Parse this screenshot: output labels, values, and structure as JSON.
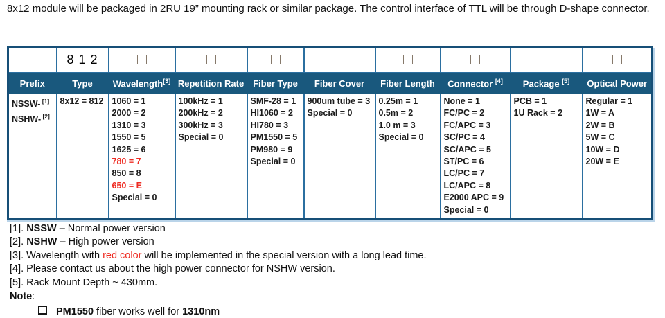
{
  "page": {
    "intro": "8x12 module will be packaged in 2RU 19” mounting rack or similar package. The control interface of TTL will be through D-shape connector."
  },
  "colors": {
    "header_bg": "#19587D",
    "grid_line": "#2B6FA0",
    "outer_border": "#174F77",
    "shadow": "#BAD4E9",
    "red_highlight": "#EE2B22",
    "checkbox_border": "#86796B"
  },
  "table": {
    "columns": [
      {
        "header": "Prefix",
        "code": "",
        "checkbox": false,
        "items": [
          {
            "t": "NSSW-",
            "sup": "[1]"
          },
          {
            "t": "NSHW-",
            "sup": "[2]"
          }
        ]
      },
      {
        "header": "Type",
        "code": "8 1 2",
        "checkbox": false,
        "items": [
          {
            "t": "8x12 = 812"
          }
        ]
      },
      {
        "header": "Wavelength",
        "hsup": "[3]",
        "checkbox": true,
        "items": [
          {
            "t": "1060 = 1"
          },
          {
            "t": "2000 = 2"
          },
          {
            "t": "1310 = 3"
          },
          {
            "t": "1550 = 5"
          },
          {
            "t": "1625 = 6"
          },
          {
            "t": "780 = 7",
            "red": true
          },
          {
            "t": "850 = 8"
          },
          {
            "t": "650 = E",
            "red": true
          },
          {
            "t": "Special = 0"
          }
        ]
      },
      {
        "header": "Repetition Rate",
        "checkbox": true,
        "items": [
          {
            "t": "100kHz = 1"
          },
          {
            "t": "200kHz = 2"
          },
          {
            "t": "300kHz = 3"
          },
          {
            "t": "Special = 0"
          }
        ]
      },
      {
        "header": "Fiber Type",
        "checkbox": true,
        "items": [
          {
            "t": "SMF-28 = 1"
          },
          {
            "t": "HI1060 = 2"
          },
          {
            "t": "HI780 = 3"
          },
          {
            "t": "PM1550 = 5"
          },
          {
            "t": "PM980 = 9"
          },
          {
            "t": "Special = 0"
          }
        ]
      },
      {
        "header": "Fiber Cover",
        "checkbox": true,
        "items": [
          {
            "t": "900um tube = 3"
          },
          {
            "t": "Special = 0"
          }
        ]
      },
      {
        "header": "Fiber Length",
        "checkbox": true,
        "items": [
          {
            "t": "0.25m = 1"
          },
          {
            "t": "0.5m = 2"
          },
          {
            "t": "1.0 m = 3"
          },
          {
            "t": "Special = 0"
          }
        ]
      },
      {
        "header": "Connector",
        "hsup": "[4]",
        "hsup_space": true,
        "checkbox": true,
        "items": [
          {
            "t": "None = 1"
          },
          {
            "t": "FC/PC = 2"
          },
          {
            "t": "FC/APC = 3"
          },
          {
            "t": "SC/PC = 4"
          },
          {
            "t": "SC/APC = 5"
          },
          {
            "t": "ST/PC = 6"
          },
          {
            "t": "LC/PC = 7"
          },
          {
            "t": "LC/APC = 8"
          },
          {
            "t": "E2000 APC = 9"
          },
          {
            "t": "Special = 0"
          }
        ]
      },
      {
        "header": "Package",
        "hsup": "[5]",
        "hsup_space": true,
        "checkbox": true,
        "items": [
          {
            "t": "PCB = 1"
          },
          {
            "t": "1U Rack = 2"
          }
        ]
      },
      {
        "header": "Optical Power",
        "checkbox": true,
        "items": [
          {
            "t": "Regular = 1"
          },
          {
            "t": "1W = A"
          },
          {
            "t": "2W = B"
          },
          {
            "t": "5W = C"
          },
          {
            "t": "10W = D"
          },
          {
            "t": "20W = E"
          }
        ]
      }
    ]
  },
  "footnotes": [
    {
      "segments": [
        {
          "t": "[1]. "
        },
        {
          "t": "NSSW",
          "bold": true
        },
        {
          "t": " – Normal power version"
        }
      ]
    },
    {
      "segments": [
        {
          "t": "[2]. "
        },
        {
          "t": "NSHW",
          "bold": true
        },
        {
          "t": " – High power version"
        }
      ]
    },
    {
      "segments": [
        {
          "t": "[3]. Wavelength with "
        },
        {
          "t": "red color",
          "red": true
        },
        {
          "t": " will be implemented in the special version with a long lead time."
        }
      ]
    },
    {
      "segments": [
        {
          "t": "[4]. Please contact us about the high power connector for NSHW version."
        }
      ]
    },
    {
      "segments": [
        {
          "t": "[5]. Rack Mount Depth ~ 430mm."
        }
      ]
    }
  ],
  "note": {
    "label": "Note",
    "colon": ":",
    "bullet_icon": "square-outline",
    "segments": [
      {
        "t": "PM1550",
        "bold": true
      },
      {
        "t": " fiber works well for "
      },
      {
        "t": "1310nm",
        "bold": true
      }
    ]
  }
}
